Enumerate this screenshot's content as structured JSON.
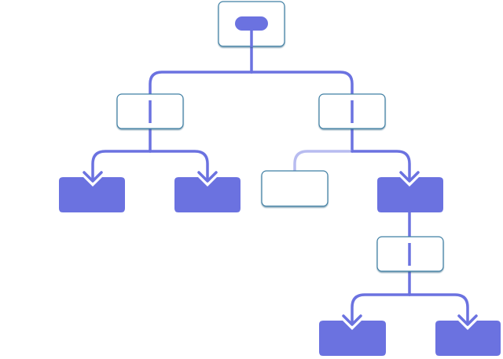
{
  "diagram": {
    "type": "decision-tree",
    "title": "",
    "colors": {
      "accent": "#6b72e0",
      "accent_faded": "#b8bcf0",
      "node_border": "#3f7fa3",
      "node_fill": "#ffffff",
      "leaf_fill": "#6b72e0"
    },
    "nodes": [
      {
        "id": "root",
        "kind": "root",
        "label": ""
      },
      {
        "id": "decision-left",
        "kind": "decision",
        "label": "",
        "parent": "root"
      },
      {
        "id": "decision-right",
        "kind": "decision",
        "label": "",
        "parent": "root"
      },
      {
        "id": "leaf-1",
        "kind": "leaf",
        "label": "",
        "parent": "decision-left"
      },
      {
        "id": "leaf-2",
        "kind": "leaf",
        "label": "",
        "parent": "decision-left"
      },
      {
        "id": "empty-node",
        "kind": "empty",
        "label": "",
        "parent": "decision-right",
        "faded_edge": true
      },
      {
        "id": "leaf-3",
        "kind": "leaf",
        "label": "",
        "parent": "decision-right"
      },
      {
        "id": "decision-lower",
        "kind": "decision",
        "label": "",
        "parent": "leaf-3"
      },
      {
        "id": "leaf-4",
        "kind": "leaf",
        "label": "",
        "parent": "decision-lower"
      },
      {
        "id": "leaf-5",
        "kind": "leaf",
        "label": "",
        "parent": "decision-lower"
      }
    ]
  }
}
